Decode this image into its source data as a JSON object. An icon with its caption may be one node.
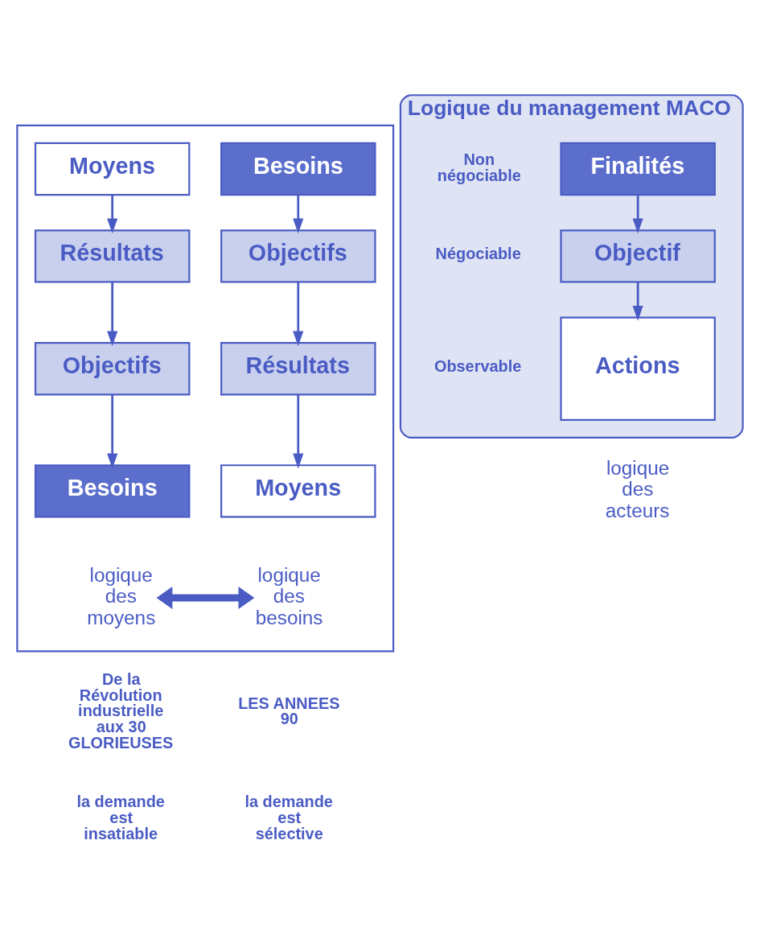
{
  "diagram": {
    "nodes": [
      {
        "text": [
          "Logique du management MACO"
        ]
      },
      {
        "text": [],
        "shape": "box"
      },
      {
        "text": [
          "Moyens"
        ],
        "in": 1
      },
      {
        "text": [
          "Résultats"
        ],
        "in": 1
      },
      {
        "text": [
          "Objectifs"
        ],
        "in": 1
      },
      {
        "text": [
          "Besoins"
        ],
        "in": 1
      },
      {
        "text": [
          "Besoins"
        ],
        "in": 1
      },
      {
        "text": [
          "Objectifs"
        ],
        "in": 1
      },
      {
        "text": [
          "Résultats"
        ],
        "in": 1
      },
      {
        "text": [
          "Moyens"
        ],
        "in": 1
      },
      {
        "text": [
          "Finalités"
        ],
        "in": 0,
        "beside": [
          "Non négociable"
        ]
      },
      {
        "text": [
          "Objectif"
        ],
        "in": 0,
        "beside": [
          "Négociable"
        ]
      },
      {
        "text": [
          "Actions"
        ],
        "in": 0,
        "beside": [
          "Observable"
        ]
      },
      {
        "text": [
          "logique des moyens"
        ],
        "in": 1
      },
      {
        "text": [
          "logique des besoins"
        ],
        "in": 1
      }
    ],
    "edges": [
      {
        "from": 2,
        "to": 3,
        "arrow": "to"
      },
      {
        "from": 3,
        "to": 4,
        "arrow": "to"
      },
      {
        "from": 4,
        "to": 5,
        "arrow": "to"
      },
      {
        "from": 6,
        "to": 7,
        "arrow": "to"
      },
      {
        "from": 7,
        "to": 8,
        "arrow": "to"
      },
      {
        "from": 8,
        "to": 9,
        "arrow": "to"
      },
      {
        "from": 10,
        "to": 11,
        "arrow": "to"
      },
      {
        "from": 11,
        "to": 12,
        "arrow": "to"
      },
      {
        "from": 13,
        "to": 14,
        "arrow": "both",
        "style": "thick"
      }
    ],
    "labels": [
      "logique des acteurs",
      "De la Révolution industrielle aux 30 GLORIEUSES",
      "LES ANNEES 90",
      "la demande est insatiable",
      "la demande est sélective"
    ]
  }
}
